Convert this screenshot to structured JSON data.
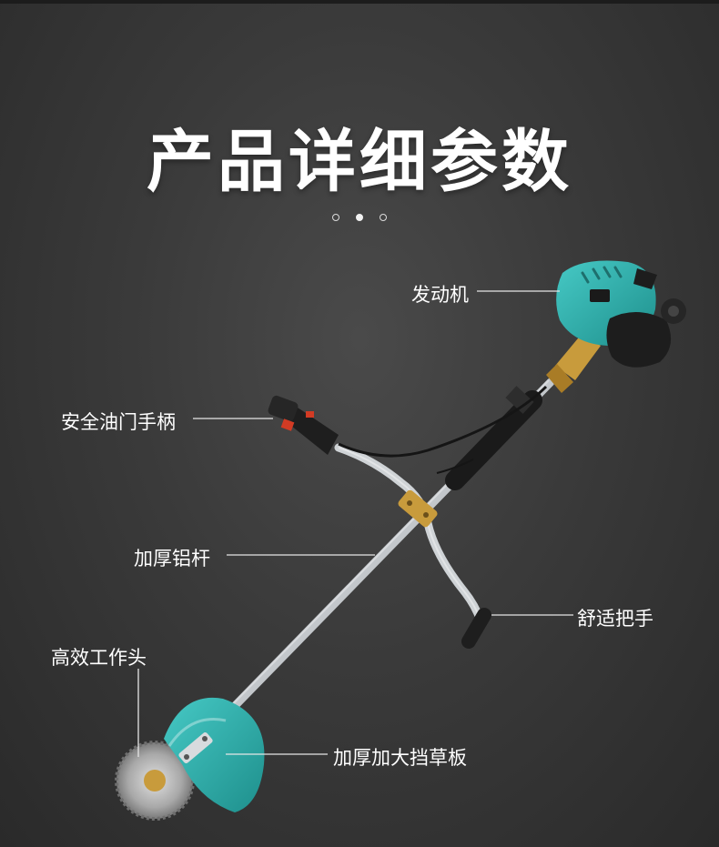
{
  "title": "产品详细参数",
  "carousel": {
    "count": 3,
    "active_index": 1
  },
  "callouts": {
    "engine": "发动机",
    "throttle_handle": "安全油门手柄",
    "aluminum_shaft": "加厚铝杆",
    "comfort_handle": "舒适把手",
    "cutting_head": "高效工作头",
    "guard": "加厚加大挡草板"
  },
  "colors": {
    "engine_body": "#2fb3b1",
    "guard": "#2aa9a6",
    "handle": "#1e1e1e",
    "throttle_accent": "#d23b24",
    "brass": "#c89b3c",
    "shaft": "#c9cdd1"
  }
}
